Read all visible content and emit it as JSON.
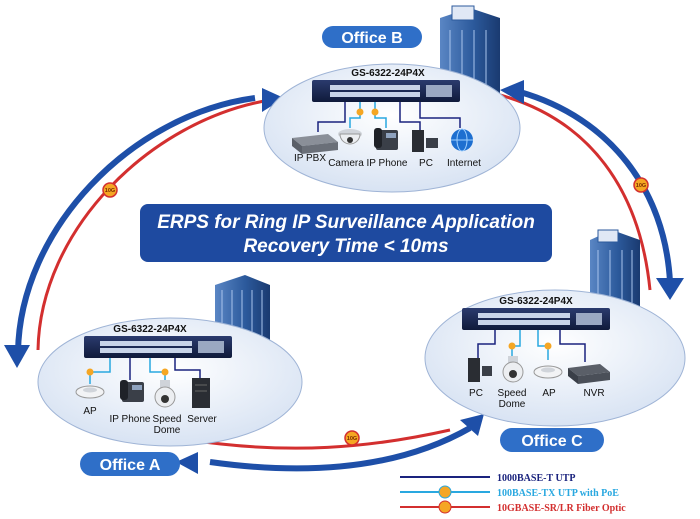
{
  "title": {
    "line1": "ERPS for Ring IP Surveillance Application",
    "line2": "Recovery Time < 10ms"
  },
  "switch_model": "GS-6322-24P4X",
  "offices": {
    "b": {
      "name": "Office B",
      "devices": [
        "IP PBX",
        "Camera",
        "IP Phone",
        "PC",
        "Internet"
      ]
    },
    "a": {
      "name": "Office A",
      "devices": [
        "AP",
        "IP Phone",
        "Speed Dome",
        "Server"
      ]
    },
    "c": {
      "name": "Office C",
      "devices": [
        "PC",
        "Speed Dome",
        "AP",
        "NVR"
      ]
    }
  },
  "fiber_tag": "10G",
  "legend": [
    {
      "label": "1000BASE-T UTP",
      "color": "#1a237e"
    },
    {
      "label": "100BASE-TX UTP with PoE",
      "color": "#29a8e0"
    },
    {
      "label": "10GBASE-SR/LR Fiber Optic",
      "color": "#d32f2f"
    }
  ],
  "colors": {
    "ring_fiber": "#d32f2f",
    "ring_arrow": "#1e4fa8",
    "utp": "#1a237e",
    "poe": "#29a8e0",
    "label_bg": "#2f6fc8",
    "title_bg": "#1e4aa0",
    "tag": "#f5a623"
  }
}
